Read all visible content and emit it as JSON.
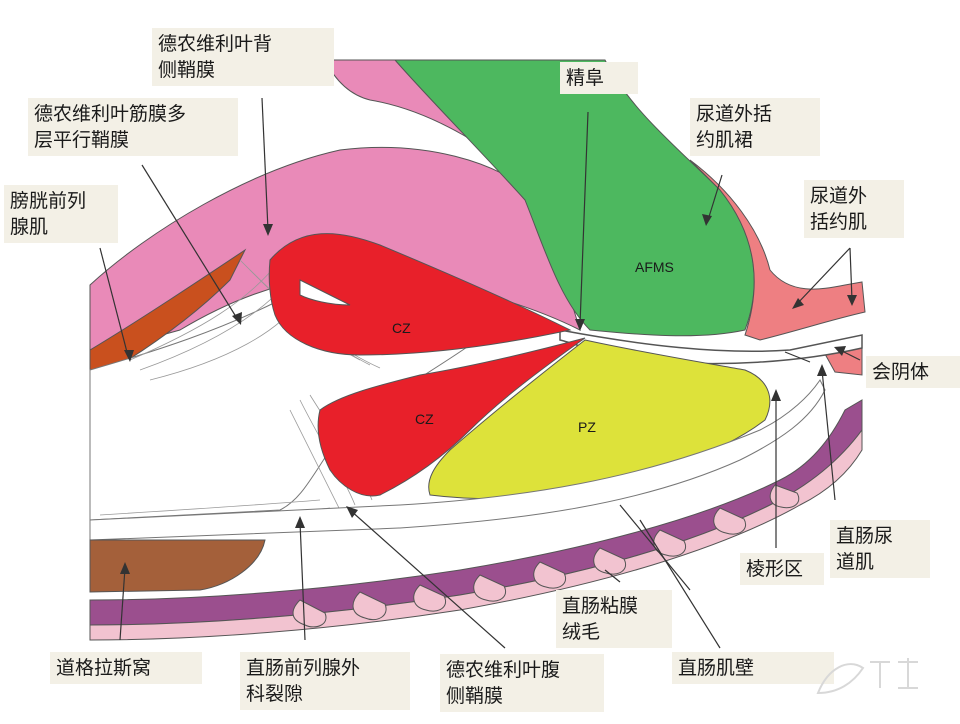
{
  "labels": {
    "dorsal_sheath": "德农维利叶背\n侧鞘膜",
    "multilayer_sheath": "德农维利叶筋膜多\n层平行鞘膜",
    "bladder_prostate_muscle": "膀胱前列\n腺肌",
    "verumontanum": "精阜",
    "urethral_sphincter_skirt": "尿道外括\n约肌裙",
    "urethral_sphincter": "尿道外\n括约肌",
    "perineal_body": "会阴体",
    "rectourethralis": "直肠尿\n道肌",
    "rhomboid_area": "棱形区",
    "rectal_mucosa_villi": "直肠粘膜\n绒毛",
    "rectal_wall": "直肠肌壁",
    "douglas_pouch": "道格拉斯窝",
    "rectoprostatic_space": "直肠前列腺外\n科裂隙",
    "ventral_sheath": "德农维利叶腹\n侧鞘膜"
  },
  "regions": {
    "afms": "AFMS",
    "cz_upper": "CZ",
    "cz_lower": "CZ",
    "pz": "PZ"
  },
  "colors": {
    "pink": "#e98ab8",
    "green": "#4db85f",
    "red": "#e8202a",
    "yellow": "#dde23a",
    "salmon": "#ee7f82",
    "brown": "#c9501e",
    "purple": "#9b4f8e",
    "light_pink": "#f2c3d0",
    "label_bg": "#f3f0e6"
  }
}
